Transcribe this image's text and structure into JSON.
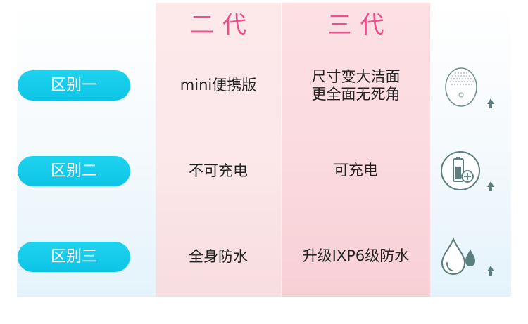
{
  "headers": {
    "gen2": "二代",
    "gen3": "三代"
  },
  "rows": [
    {
      "label": "区别一",
      "gen2": "mini便携版",
      "gen3_line1": "尺寸变大洁面",
      "gen3_line2": "更全面无死角",
      "icon": "cleansing-device-icon"
    },
    {
      "label": "区别二",
      "gen2": "不可充电",
      "gen3_line1": "可充电",
      "gen3_line2": "",
      "icon": "battery-charge-icon"
    },
    {
      "label": "区别三",
      "gen2": "全身防水",
      "gen3_line1": "升级IXP6级防水",
      "gen3_line2": "",
      "icon": "water-drop-icon"
    }
  ],
  "colors": {
    "header_text": "#ee4f8b",
    "pill": "#0ec4e6",
    "gen2_column": "#fce8ea",
    "gen3_column": "#fbdbe0",
    "icon_stroke": "#5b7f7e"
  }
}
